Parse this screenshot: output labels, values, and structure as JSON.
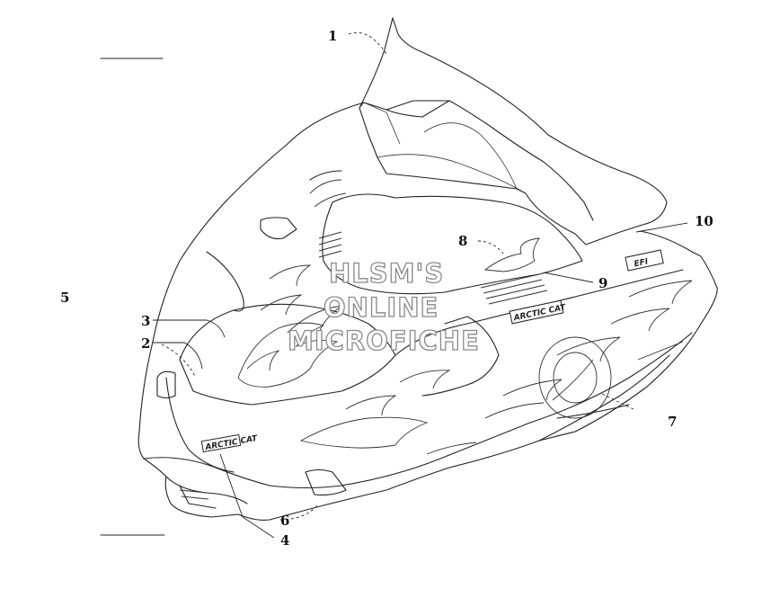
{
  "diagram": {
    "callouts": [
      {
        "id": "1",
        "label": "1"
      },
      {
        "id": "2",
        "label": "2"
      },
      {
        "id": "3",
        "label": "3"
      },
      {
        "id": "4",
        "label": "4"
      },
      {
        "id": "5",
        "label": "5"
      },
      {
        "id": "6",
        "label": "6"
      },
      {
        "id": "7",
        "label": "7"
      },
      {
        "id": "8",
        "label": "8"
      },
      {
        "id": "9",
        "label": "9"
      },
      {
        "id": "10",
        "label": "10"
      }
    ],
    "watermark": {
      "line1": "HLSM'S",
      "line2": "ONLINE",
      "line3": "MICROFICHE"
    },
    "decals": {
      "front_badge": "ARCTIC CAT",
      "side_badge": "ARCTIC CAT",
      "efi_badge": "EFI"
    }
  }
}
